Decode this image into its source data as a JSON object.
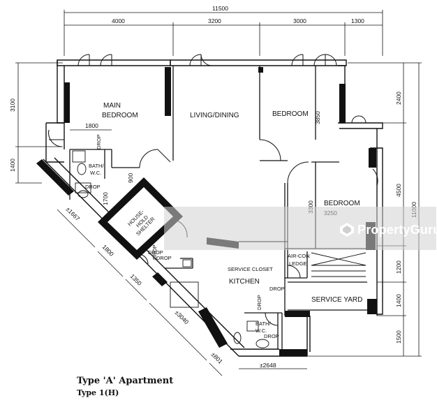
{
  "title": "Type 'A' Apartment",
  "subtitle": "Type 1(H)",
  "watermark": "PropertyGuru",
  "dims_top": [
    "11500",
    "4000",
    "3200",
    "3000",
    "1300"
  ],
  "dims_left": [
    "3100",
    "1400"
  ],
  "dims_right": [
    "2400",
    "4500",
    "11000",
    "1200",
    "1400",
    "1500"
  ],
  "dims_inner": {
    "d1800_top": "1800",
    "d900": "900",
    "d1700": "1700",
    "d3850": "3850",
    "d3300": "3300",
    "d3250": "3250",
    "d1667": "±1667",
    "d1800_diag": "1800",
    "d1350": "1350",
    "d3040": "±3040",
    "d801": "±801",
    "d2648": "±2648"
  },
  "rooms": {
    "main_bedroom_1": "MAIN",
    "main_bedroom_2": "BEDROOM",
    "living": "LIVING/DINING",
    "bedroom_1": "BEDROOM",
    "bedroom_2": "BEDROOM",
    "bath1_1": "BATH/",
    "bath1_2": "W.C.",
    "shelter_1": "HOUSE-",
    "shelter_2": "HOLD",
    "shelter_3": "SHELTER",
    "service_closet": "SERVICE CLOSET",
    "kitchen": "KITCHEN",
    "aircon_1": "AIR-CON",
    "aircon_2": "LEDGE",
    "service_yard": "SERVICE YARD",
    "bath2_1": "BATH/",
    "bath2_2": "W.C."
  },
  "drops": [
    "DROP",
    "DROP",
    "DROP",
    "DROP",
    "DROP",
    "DROP",
    "DROP",
    "DROP"
  ]
}
